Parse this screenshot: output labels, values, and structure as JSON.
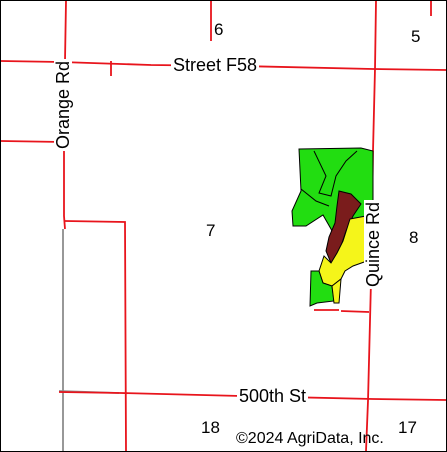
{
  "map": {
    "sections": [
      "6",
      "5",
      "7",
      "8",
      "18",
      "17"
    ],
    "roads": {
      "street_f58": "Street F58",
      "orange_rd": "Orange Rd",
      "quince_rd": "Quince Rd",
      "st_500th": "500th St"
    },
    "copyright": "©2024 AgriData, Inc.",
    "colors": {
      "road": "#e8141c",
      "minor_road": "#8c8c8c",
      "soil_green": "#22dd11",
      "soil_yellow": "#f5f51a",
      "soil_maroon": "#7a1c1c",
      "outline": "#000000"
    }
  }
}
